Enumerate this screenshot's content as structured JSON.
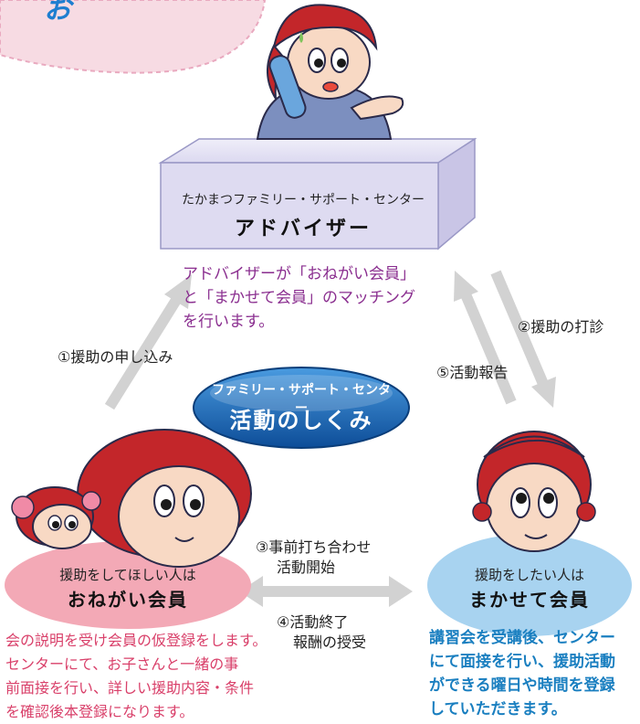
{
  "header_badge": {
    "text": "お"
  },
  "advisor": {
    "org": "たかまつファミリー・サポート・センター",
    "title": "アドバイザー",
    "description": [
      "アドバイザーが「おねがい会員」",
      "と「まかせて会員」のマッチング",
      "を行います。"
    ]
  },
  "center": {
    "line1": "ファミリー・サポート・センター",
    "line2": "活動のしくみ"
  },
  "steps": {
    "s1": "①援助の申し込み",
    "s2": "②援助の打診",
    "s3a": "③事前打ち合わせ",
    "s3b": "活動開始",
    "s4a": "④活動終了",
    "s4b": "報酬の授受",
    "s5": "⑤活動報告"
  },
  "onegai": {
    "subtitle": "援助をしてほしい人は",
    "title": "おねがい会員",
    "description": [
      "会の説明を受け会員の仮登録をします。",
      "センターにて、お子さんと一緒の事",
      "前面接を行い、詳しい援助内容・条件",
      "を確認後本登録になります。"
    ]
  },
  "makasete": {
    "subtitle": "援助をしたい人は",
    "title": "まかせて会員",
    "description": [
      "講習会を受講後、センター",
      "にて面接を行い、援助活動",
      "ができる曜日や時間を登録",
      "していただきます。"
    ]
  },
  "colors": {
    "advisor_box": "#d9d6ef",
    "onegai_ellipse": "#f3a9b6",
    "makasete_ellipse": "#a8d3f0",
    "center_ellipse": "#1560b0",
    "arrow": "#d4d4d4",
    "hair": "#c3262a",
    "skin": "#f8d9c4"
  },
  "icons": [
    "advisor-character-icon",
    "mother-character-icon",
    "child-character-icon",
    "supporter-character-icon",
    "phone-icon"
  ]
}
